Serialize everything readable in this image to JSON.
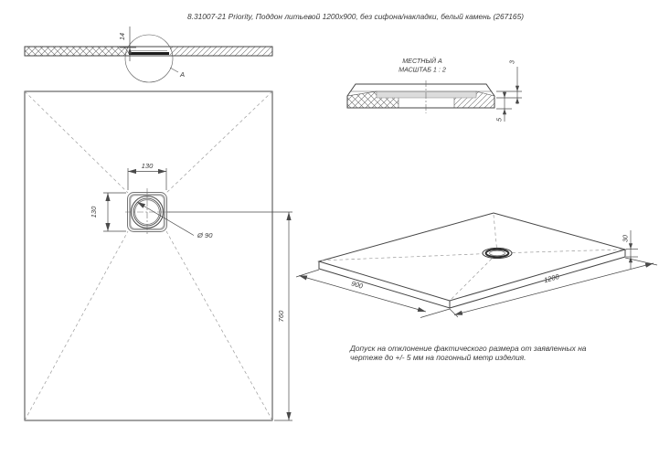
{
  "drawing": {
    "title": "8.31007-21 Priority, Поддон литьевой 1200x900, без сифона/накладки, белый камень (267165)",
    "tolerance_note": {
      "line1": "Допуск на отклонение фактического размера от заявленных на",
      "line2": "чертеже до +/- 5 мм на погонный метр изделия."
    }
  },
  "section_view": {
    "detail_label": "A",
    "dim_depth": "14"
  },
  "detail_view": {
    "name": "МЕСТНЫЙ А",
    "scale": "МАСШТАБ 1 : 2",
    "dim_plate_thickness": "3",
    "dim_recess_depth": "5"
  },
  "plan_view": {
    "dim_drain_square_width": "130",
    "dim_drain_square_height": "130",
    "dim_drain_diameter": "Ø 90",
    "dim_drain_offset": "760"
  },
  "iso_view": {
    "dim_width": "900",
    "dim_length": "1200",
    "dim_thickness": "30"
  },
  "colors": {
    "background": "#ffffff",
    "line": "#3f3f3f",
    "dashed_line": "#9b9b9b",
    "plate_fill": "#dcdcdc"
  }
}
